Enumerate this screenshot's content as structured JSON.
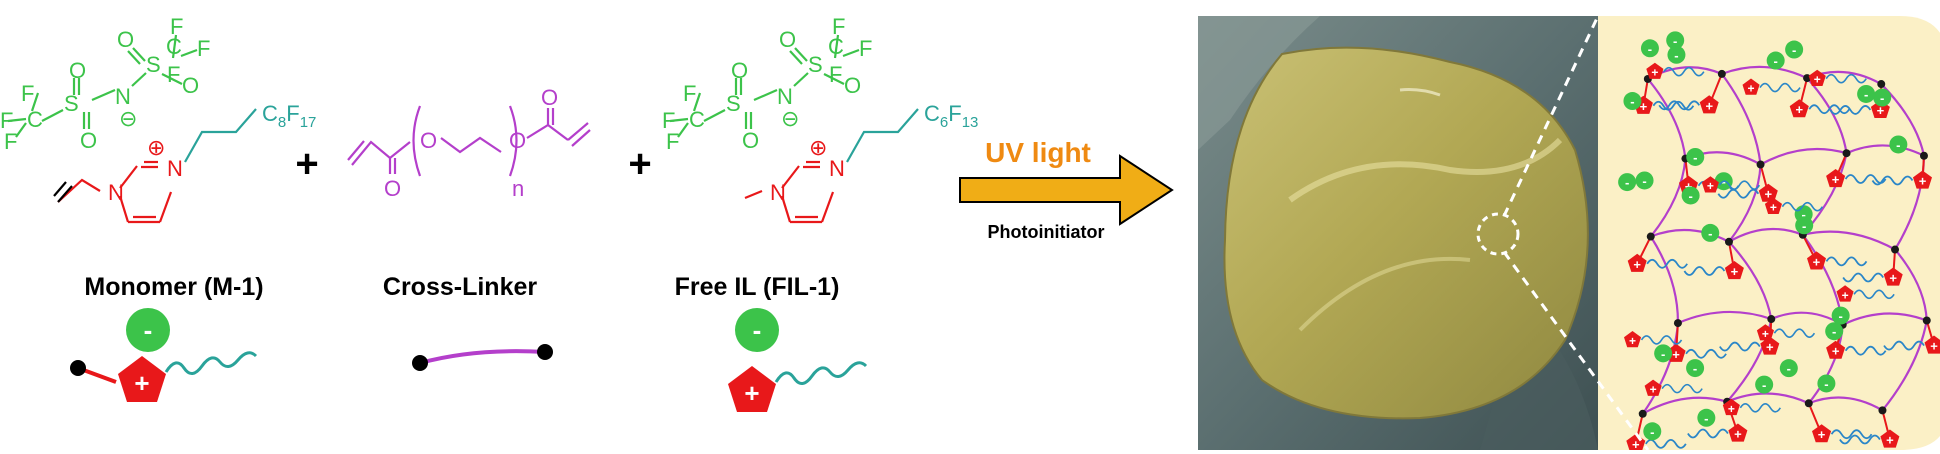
{
  "colors": {
    "anion": "#3cc34a",
    "cation": "#e8181a",
    "fluoro_chain": "#2aa39a",
    "crosslinker": "#b43fcb",
    "arrow": "#f0ad16",
    "uv_text": "#ef8a12",
    "polymer_panel": "#fbf0c6",
    "film": "#b7ac57",
    "glove": "#5f7474"
  },
  "reactants": [
    {
      "caption": "Monomer (M-1)",
      "anion_atoms": {
        "F": "F",
        "C": "C",
        "S": "S",
        "O": "O",
        "N": "N"
      },
      "charge_minus": "⊖",
      "charge_plus": "⊕",
      "cation_N": "N",
      "tail_C": "C",
      "tail_C_sub": "8",
      "tail_F": "F",
      "tail_F_sub": "17",
      "cartoon_anion_sign": "-",
      "cartoon_cation_sign": "+"
    },
    {
      "caption": "Cross-Linker",
      "atom_O": "O",
      "repeat_subscript": "n"
    },
    {
      "caption": "Free IL (FIL-1)",
      "anion_atoms": {
        "F": "F",
        "C": "C",
        "S": "S",
        "O": "O",
        "N": "N"
      },
      "charge_minus": "⊖",
      "charge_plus": "⊕",
      "cation_N": "N",
      "tail_C": "C",
      "tail_C_sub": "6",
      "tail_F": "F",
      "tail_F_sub": "13",
      "cartoon_anion_sign": "-",
      "cartoon_cation_sign": "+"
    }
  ],
  "operators": {
    "plus": "+"
  },
  "reaction_arrow": {
    "condition_above": "UV light",
    "condition_below": "Photoinitiator"
  },
  "network_panel": {
    "anion_sign": "-",
    "cation_sign": "+"
  }
}
